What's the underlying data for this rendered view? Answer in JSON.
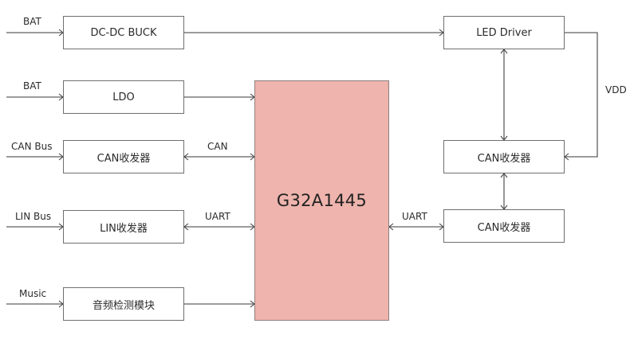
{
  "diagram": {
    "chip": {
      "label": "G32A1445",
      "color": "#eeb4ad"
    },
    "left_blocks": [
      {
        "id": "dcdc",
        "label": "DC-DC BUCK",
        "input_label": "BAT"
      },
      {
        "id": "ldo",
        "label": "LDO",
        "input_label": "BAT"
      },
      {
        "id": "can-left",
        "label": "CAN收发器",
        "input_label": "CAN Bus",
        "link_label": "CAN"
      },
      {
        "id": "lin",
        "label": "LIN收发器",
        "input_label": "LIN Bus",
        "link_label": "UART"
      },
      {
        "id": "audio",
        "label": "音频检测模块",
        "input_label": "Music"
      }
    ],
    "right_blocks": [
      {
        "id": "led-driver",
        "label": "LED Driver"
      },
      {
        "id": "can-right-1",
        "label": "CAN收发器"
      },
      {
        "id": "can-right-2",
        "label": "CAN收发器",
        "link_label": "UART"
      }
    ],
    "power_label": "VDD"
  }
}
